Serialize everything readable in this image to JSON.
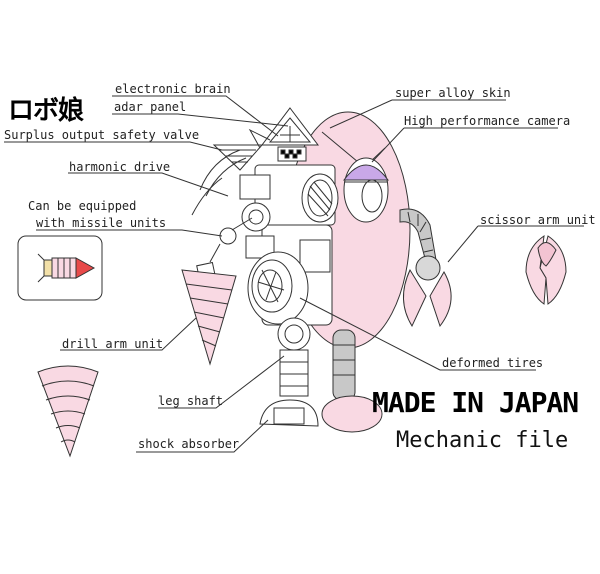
{
  "header": {
    "title_jp": "ロボ娘"
  },
  "labels": {
    "electronic_brain": "electronic brain",
    "radar_panel": "adar panel",
    "safety_valve": "Surplus output safety valve",
    "harmonic_drive": "harmonic drive",
    "missile_line1": "Can be equipped",
    "missile_line2": "with missile units",
    "super_alloy": "super alloy skin",
    "camera": "High performance camera",
    "scissor_arm": "scissor arm unit",
    "drill_arm": "drill arm unit",
    "deformed_tires": "deformed tires",
    "leg_shaft": "leg shaft",
    "shock_absorber": "shock absorber"
  },
  "footer": {
    "made_in": "MADE IN JAPAN",
    "subtitle": "Mechanic file"
  },
  "colors": {
    "pink": "#f9d9e3",
    "pink_dark": "#f3c3d2",
    "lavender": "#c9a8e8",
    "missile_red": "#e84a4a",
    "line": "#333333",
    "gray": "#bfbfbf"
  }
}
